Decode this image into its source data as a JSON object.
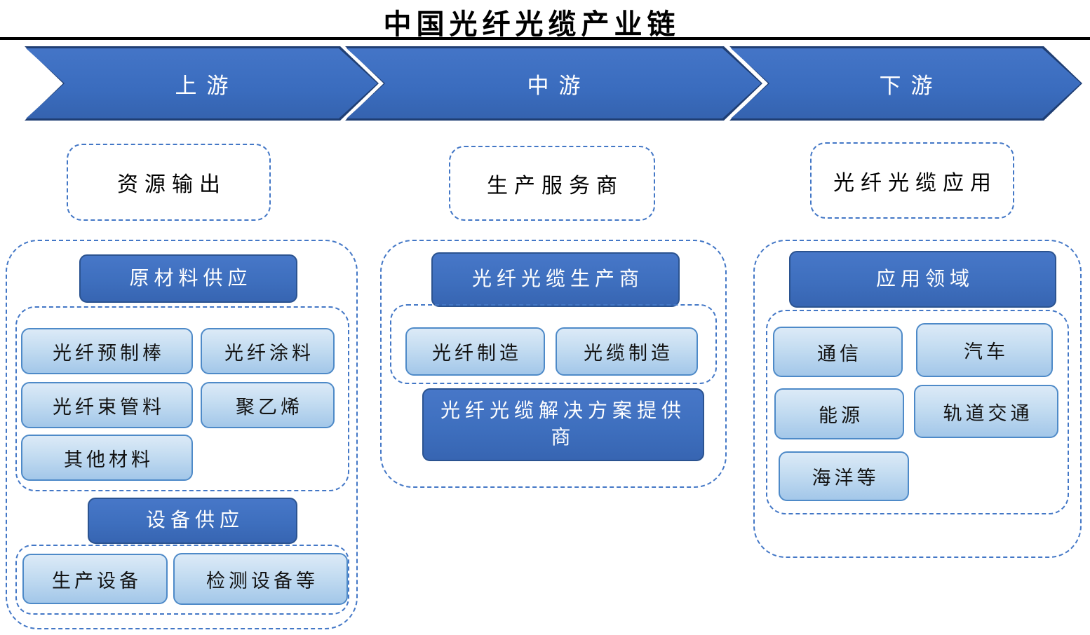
{
  "title": "中国光纤光缆产业链",
  "colors": {
    "arrow_fill": "#3A6CBE",
    "arrow_edge": "#1F3E73",
    "header_fill": "#3E6FBE",
    "header_border": "#2B5390",
    "item_fill_top": "#DCEAF7",
    "item_fill_bottom": "#A3C7E9",
    "item_border": "#4E8AC8",
    "dashed_border": "#4377C6",
    "title_color": "#000000",
    "arrow_text": "#FFFFFF"
  },
  "stages": [
    {
      "label": "上游"
    },
    {
      "label": "中游"
    },
    {
      "label": "下游"
    }
  ],
  "columns": [
    {
      "tag": "资源输出",
      "sections": [
        {
          "header": "原材料供应",
          "items": [
            "光纤预制棒",
            "光纤涂料",
            "光纤束管料",
            "聚乙烯",
            "其他材料"
          ]
        },
        {
          "header": "设备供应",
          "items": [
            "生产设备",
            "检测设备等"
          ]
        }
      ]
    },
    {
      "tag": "生产服务商",
      "sections": [
        {
          "header": "光纤光缆生产商",
          "items": [
            "光纤制造",
            "光缆制造"
          ]
        },
        {
          "header": "光纤光缆解决方案提供商",
          "items": []
        }
      ]
    },
    {
      "tag": "光纤光缆应用",
      "sections": [
        {
          "header": "应用领域",
          "items": [
            "通信",
            "汽车",
            "能源",
            "轨道交通",
            "海洋等"
          ]
        }
      ]
    }
  ]
}
